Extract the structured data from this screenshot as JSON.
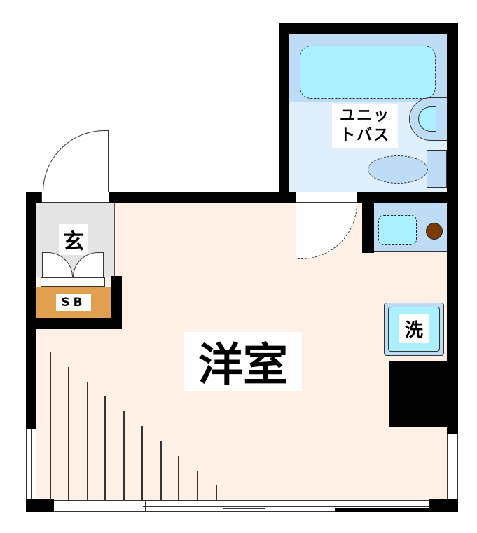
{
  "floor_plan": {
    "rooms": {
      "western_room": {
        "label": "洋室",
        "color": "#fef0e4"
      },
      "entrance": {
        "label": "玄",
        "color": "#e4e4e4"
      },
      "shoe_box": {
        "label": "SB",
        "color": "#e0a050"
      },
      "unit_bath": {
        "label_line1": "ユニッ",
        "label_line2": "トバス",
        "color": "#bfdcf7",
        "floor_color": "#dff0fc"
      },
      "kitchen": {
        "color": "#bfdcf7",
        "sink_color": "#aaf0ff",
        "stove_color": "#7a3a00"
      },
      "washer": {
        "label": "洗",
        "color": "#aaf0ff"
      }
    },
    "colors": {
      "wall": "#000000",
      "bathtub": "#aaf0ff"
    }
  }
}
